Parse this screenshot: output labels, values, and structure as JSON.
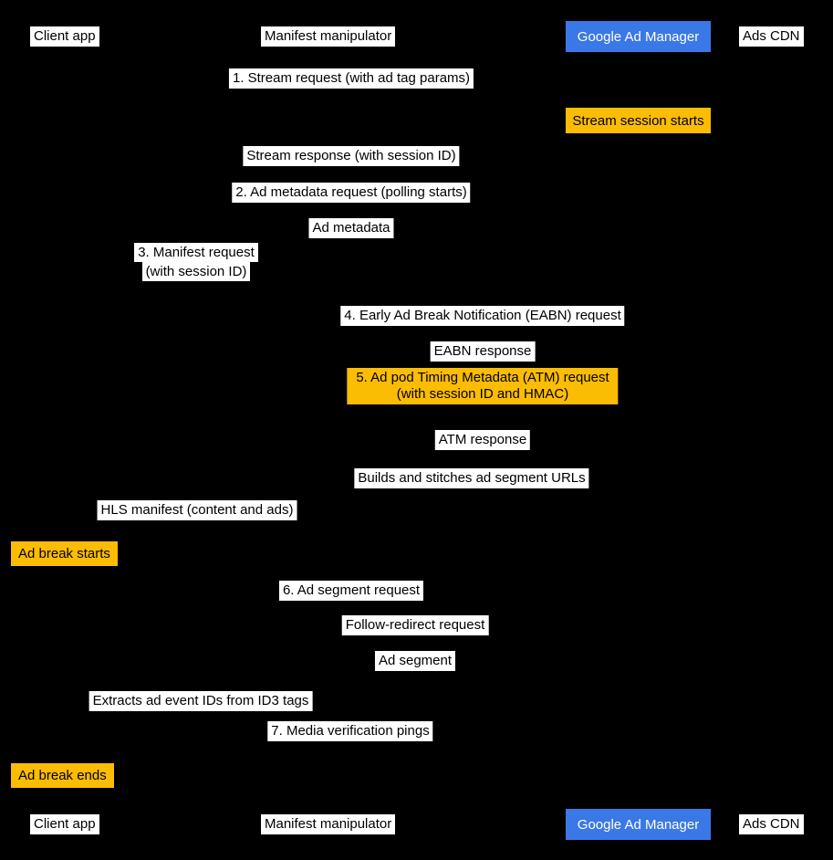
{
  "colors": {
    "background": "#000000",
    "label_bg": "#FFFFFF",
    "label_text": "#000000",
    "note_bg": "#FBBC04",
    "actor_blue_bg": "#3B78E7",
    "actor_blue_text": "#FFFFFF"
  },
  "actors": {
    "client_app": "Client app",
    "manifest_manipulator": "Manifest manipulator",
    "google_ad_manager": "Google Ad Manager",
    "ads_cdn": "Ads CDN"
  },
  "messages": {
    "m1": "1. Stream request (with ad tag params)",
    "note_stream_session": "Stream session starts",
    "m1_resp": "Stream response (with session ID)",
    "m2": "2. Ad metadata request (polling starts)",
    "m2_resp": "Ad metadata",
    "m3": "3. Manifest request\n(with session ID)",
    "m4": "4. Early Ad Break Notification (EABN) request",
    "m4_resp": "EABN response",
    "m5": "5. Ad pod Timing Metadata (ATM) request\n(with session ID and HMAC)",
    "m5_resp": "ATM response",
    "note_builds": "Builds and stitches ad segment URLs",
    "m_hls": "HLS manifest (content and ads)",
    "note_ad_break_starts": "Ad break starts",
    "m6": "6. Ad segment request",
    "m6b": "Follow-redirect request",
    "m6_resp": "Ad segment",
    "note_extracts": "Extracts ad event IDs from ID3 tags",
    "m7": "7. Media verification pings",
    "note_ad_break_ends": "Ad break ends"
  }
}
